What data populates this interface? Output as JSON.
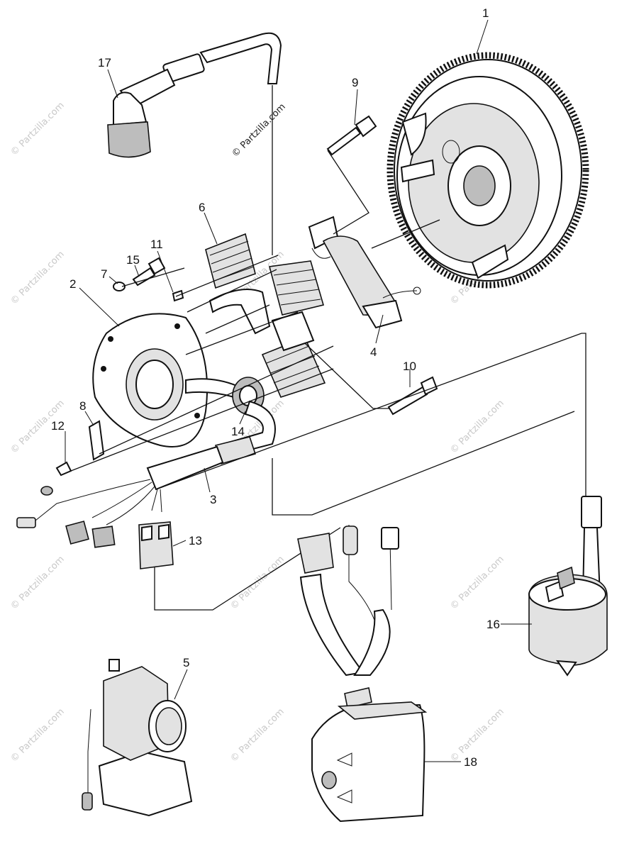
{
  "watermark": {
    "main_text": "© Partzilla.com",
    "tile_text": "© Partzilla.com"
  },
  "callouts": [
    {
      "id": "1",
      "label": "1"
    },
    {
      "id": "2",
      "label": "2"
    },
    {
      "id": "3",
      "label": "3"
    },
    {
      "id": "4",
      "label": "4"
    },
    {
      "id": "5",
      "label": "5"
    },
    {
      "id": "6",
      "label": "6"
    },
    {
      "id": "7",
      "label": "7"
    },
    {
      "id": "8",
      "label": "8"
    },
    {
      "id": "9",
      "label": "9"
    },
    {
      "id": "10",
      "label": "10"
    },
    {
      "id": "11",
      "label": "11"
    },
    {
      "id": "12",
      "label": "12"
    },
    {
      "id": "13",
      "label": "13"
    },
    {
      "id": "14",
      "label": "14"
    },
    {
      "id": "15",
      "label": "15"
    },
    {
      "id": "16",
      "label": "16"
    },
    {
      "id": "17",
      "label": "17"
    },
    {
      "id": "18",
      "label": "18"
    }
  ]
}
